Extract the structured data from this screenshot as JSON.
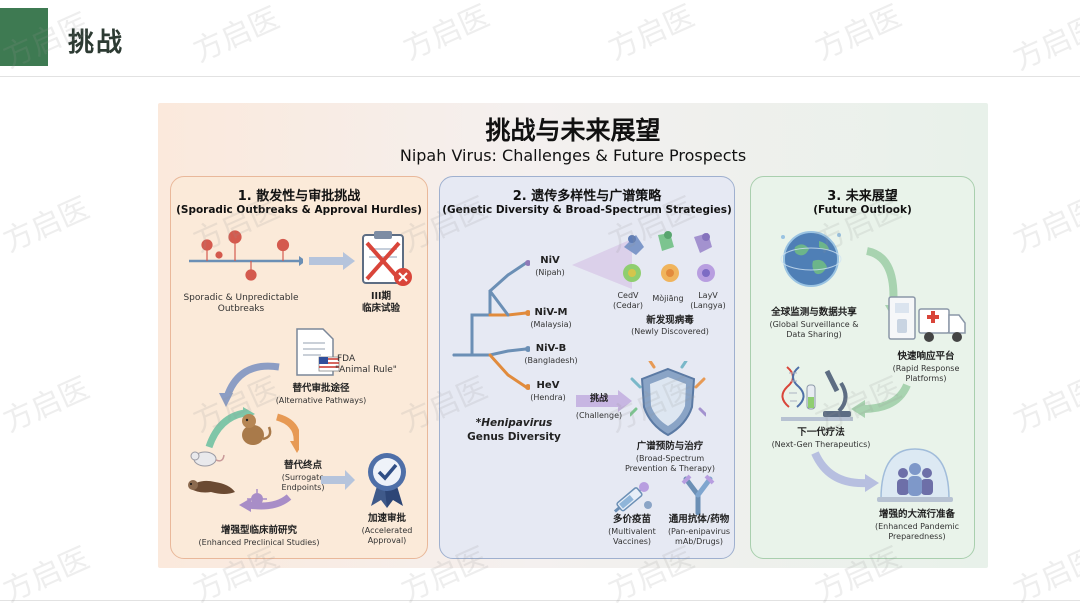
{
  "slide": {
    "title": "挑战",
    "watermark": "方启医"
  },
  "poster": {
    "title": "挑战与未来展望",
    "subtitle": "Nipah Virus: Challenges & Future Prospects",
    "panel1": {
      "title": "1. 散发性与审批挑战",
      "subtitle": "(Sporadic Outbreaks & Approval Hurdles)",
      "sporadic_en_1": "Sporadic & Unpredictable",
      "sporadic_en_2": "Outbreaks",
      "phase3_cn_1": "III期",
      "phase3_cn_2": "临床试验",
      "fda_1": "FDA",
      "fda_2": "\"Animal Rule\"",
      "alt_cn": "替代审批途径",
      "alt_en": "(Alternative Pathways)",
      "surrogate_cn": "替代终点",
      "surrogate_en_1": "(Surrogate",
      "surrogate_en_2": "Endpoints)",
      "accel_cn": "加速审批",
      "accel_en_1": "(Accelerated",
      "accel_en_2": "Approval)",
      "preclin_cn": "增强型临床前研究",
      "preclin_en": "(Enhanced Preclinical Studies)"
    },
    "panel2": {
      "title": "2. 遗传多样性与广谱策略",
      "subtitle": "(Genetic Diversity & Broad-Spectrum Strategies)",
      "niv": "NiV",
      "niv_en": "(Nipah)",
      "nivm": "NiV-M",
      "nivm_en": "(Malaysia)",
      "nivb": "NiV-B",
      "nivb_en": "(Bangladesh)",
      "hev": "HeV",
      "hev_en": "(Hendra)",
      "cedv_1": "CedV",
      "cedv_2": "(Cedar)",
      "mojiang": "Mòjiāng",
      "layv_1": "LayV",
      "layv_2": "(Langya)",
      "newly_cn": "新发现病毒",
      "newly_en": "(Newly Discovered)",
      "genus_1": "*Henipavirus",
      "genus_2": "Genus Diversity",
      "challenge_cn": "挑战",
      "challenge_en": "(Challenge)",
      "broad_cn": "广谱预防与治疗",
      "broad_en_1": "(Broad-Spectrum",
      "broad_en_2": "Prevention & Therapy)",
      "multi_cn": "多价疫苗",
      "multi_en_1": "(Multivalent",
      "multi_en_2": "Vaccines)",
      "pan_cn": "通用抗体/药物",
      "pan_en_1": "(Pan-enipavirus",
      "pan_en_2": "mAb/Drugs)"
    },
    "panel3": {
      "title": "3. 未来展望",
      "subtitle": "(Future Outlook)",
      "global_cn": "全球监测与数据共享",
      "global_en_1": "(Global Surveillance &",
      "global_en_2": "Data Sharing)",
      "rapid_cn": "快速响应平台",
      "rapid_en_1": "(Rapid Response",
      "rapid_en_2": "Platforms)",
      "nextgen_cn": "下一代疗法",
      "nextgen_en": "(Next-Gen Therapeutics)",
      "pandemic_cn": "增强的大流行准备",
      "pandemic_en_1": "(Enhanced Pandemic",
      "pandemic_en_2": "Preparedness)"
    }
  }
}
